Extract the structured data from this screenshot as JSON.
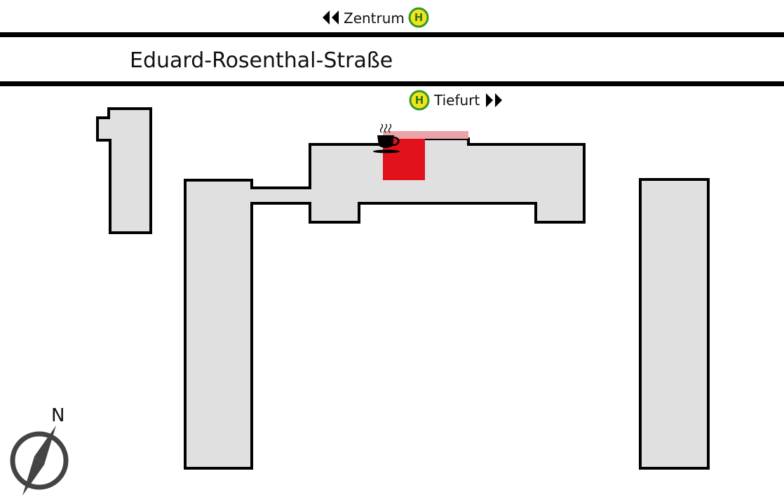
{
  "street": {
    "name": "Eduard-Rosenthal-Straße"
  },
  "bus_stops": {
    "top": {
      "label": "Zentrum",
      "direction": "left",
      "icon": "bus-stop-icon",
      "symbol": "H"
    },
    "bottom": {
      "label": "Tiefurt",
      "direction": "right",
      "icon": "bus-stop-icon",
      "symbol": "H"
    }
  },
  "compass": {
    "label": "N",
    "icon": "compass-icon"
  },
  "cafe": {
    "icon": "coffee-cup-icon"
  },
  "colors": {
    "building_fill": "#e0e0e0",
    "building_stroke": "#000000",
    "highlight": "#e2121c",
    "highlight_light": "#eca3a8",
    "bus_stop_ring": "#2f9a2a",
    "bus_stop_fill": "#f5e21b"
  }
}
